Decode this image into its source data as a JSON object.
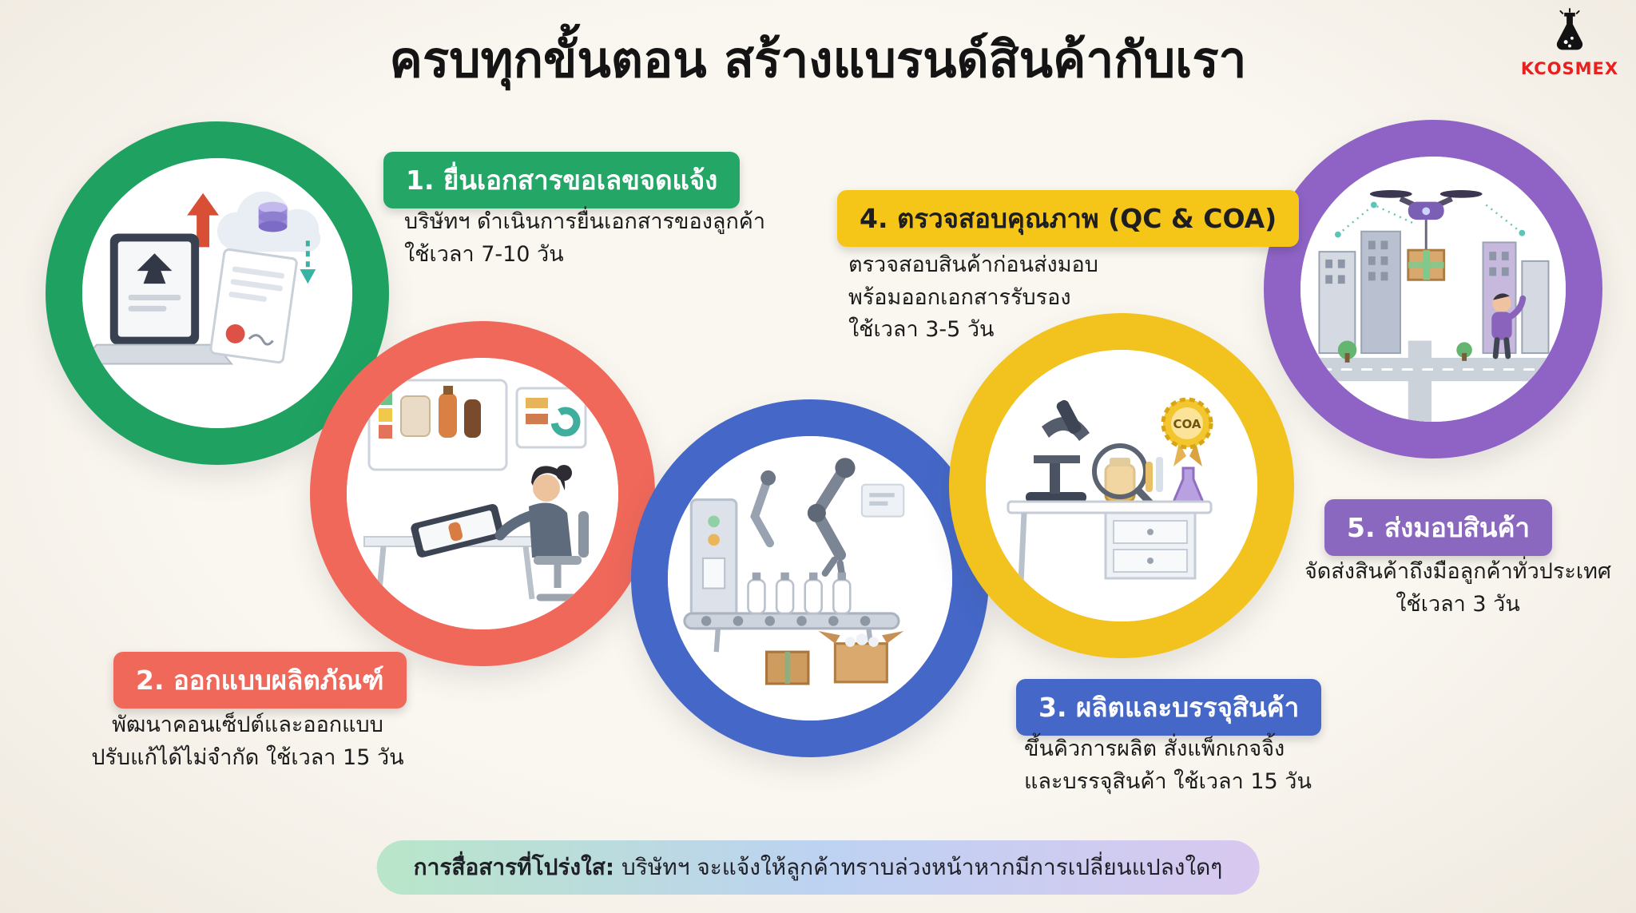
{
  "page": {
    "background": "#f8f4ec"
  },
  "title": "ครบทุกขั้นตอน สร้างแบรนด์สินค้ากับเรา",
  "logo": {
    "text": "KCOSMEX",
    "color": "#e8201e",
    "icon": "flask-icon"
  },
  "steps": [
    {
      "label": "1. ยื่นเอกสารขอเลขจดแจ้ง",
      "desc": [
        "บริษัทฯ ดำเนินการยื่นเอกสารของลูกค้า",
        "ใช้เวลา 7-10 วัน"
      ],
      "color": "#1fa261",
      "badge_bg": "#23a666",
      "badge_text": "#ffffff",
      "illustration": "laptop-document-cloud-upload"
    },
    {
      "label": "2. ออกแบบผลิตภัณฑ์",
      "desc": [
        "พัฒนาคอนเซ็ปต์และออกแบบ",
        "ปรับแก้ได้ไม่จำกัด ใช้เวลา 15 วัน"
      ],
      "color": "#f0685a",
      "badge_bg": "#f0685a",
      "badge_text": "#ffffff",
      "illustration": "designer-at-drawing-tablet"
    },
    {
      "label": "3. ผลิตและบรรจุสินค้า",
      "desc": [
        "ขึ้นคิวการผลิต สั่งแพ็กเกจจิ้ง",
        "และบรรจุสินค้า ใช้เวลา 15 วัน"
      ],
      "color": "#4467c8",
      "badge_bg": "#4467c8",
      "badge_text": "#ffffff",
      "illustration": "factory-robot-filling-line"
    },
    {
      "label": "4. ตรวจสอบคุณภาพ (QC & COA)",
      "desc": [
        "ตรวจสอบสินค้าก่อนส่งมอบ",
        "พร้อมออกเอกสารรับรอง",
        "ใช้เวลา 3-5 วัน"
      ],
      "color": "#f2c21f",
      "badge_bg": "#f5c518",
      "badge_text": "#1e1e1e",
      "coa_label": "COA",
      "illustration": "qc-lab-microscope-coa"
    },
    {
      "label": "5. ส่งมอบสินค้า",
      "desc": [
        "จัดส่งสินค้าถึงมือลูกค้าทั่วประเทศ",
        "ใช้เวลา 3 วัน"
      ],
      "color": "#8e63c5",
      "badge_bg": "#8a68bf",
      "badge_text": "#ffffff",
      "illustration": "drone-delivery-over-city"
    }
  ],
  "footer": {
    "bold": "การสื่อสารที่โปร่งใส:",
    "text": " บริษัทฯ จะแจ้งให้ลูกค้าทราบล่วงหน้าหากมีการเปลี่ยนแปลงใดๆ",
    "gradient": [
      "#b9e6c9",
      "#bdd2f1",
      "#d9c8f0"
    ]
  }
}
